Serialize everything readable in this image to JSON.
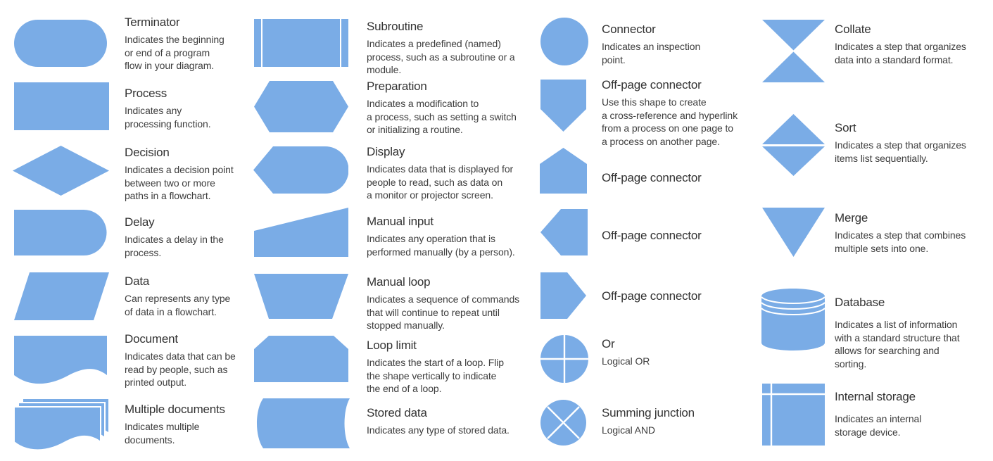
{
  "colors": {
    "shape_fill": "#7AACE6",
    "divider_white": "#FFFFFF",
    "text": "#3D3D3D"
  },
  "legend": {
    "columns": [
      {
        "items": [
          {
            "shape_icon": "terminator-shape",
            "title": "Terminator",
            "description": "Indicates the beginning\nor end of a program\nflow in your diagram."
          },
          {
            "shape_icon": "process-shape",
            "title": "Process",
            "description": "Indicates any\nprocessing function."
          },
          {
            "shape_icon": "decision-shape",
            "title": "Decision",
            "description": "Indicates a decision point\nbetween two or more\npaths in a flowchart."
          },
          {
            "shape_icon": "delay-shape",
            "title": "Delay",
            "description": "Indicates a delay in the\nprocess."
          },
          {
            "shape_icon": "data-shape",
            "title": "Data",
            "description": "Can represents any type\nof data in a flowchart."
          },
          {
            "shape_icon": "document-shape",
            "title": "Document",
            "description": "Indicates data that can be\nread by people, such as\nprinted output."
          },
          {
            "shape_icon": "multiple-documents-shape",
            "title": "Multiple documents",
            "description": "Indicates multiple\ndocuments."
          }
        ]
      },
      {
        "items": [
          {
            "shape_icon": "subroutine-shape",
            "title": "Subroutine",
            "description": "Indicates a predefined (named)\nprocess, such as a subroutine or a\nmodule."
          },
          {
            "shape_icon": "preparation-shape",
            "title": "Preparation",
            "description": "Indicates a modification to\na process, such as setting a switch\nor initializing a routine."
          },
          {
            "shape_icon": "display-shape",
            "title": "Display",
            "description": "Indicates data that is displayed for\npeople to read, such as data on\na monitor or projector screen."
          },
          {
            "shape_icon": "manual-input-shape",
            "title": "Manual input",
            "description": "Indicates any operation that is\nperformed manually (by a person)."
          },
          {
            "shape_icon": "manual-loop-shape",
            "title": "Manual loop",
            "description": "Indicates a sequence of commands\nthat will continue to repeat until\nstopped manually."
          },
          {
            "shape_icon": "loop-limit-shape",
            "title": "Loop limit",
            "description": "Indicates the start of a loop. Flip\nthe shape vertically to indicate\nthe end of a loop."
          },
          {
            "shape_icon": "stored-data-shape",
            "title": "Stored data",
            "description": "Indicates any type of stored data."
          }
        ]
      },
      {
        "items": [
          {
            "shape_icon": "connector-shape",
            "title": "Connector",
            "description": "Indicates an inspection\npoint."
          },
          {
            "shape_icon": "off-page-connector-down-shape",
            "title": "Off-page connector",
            "description": "Use this shape to create\na cross-reference and hyperlink\nfrom a process on one page to\na process on another page."
          },
          {
            "shape_icon": "off-page-connector-up-shape",
            "title": "Off-page connector",
            "description": ""
          },
          {
            "shape_icon": "off-page-connector-left-shape",
            "title": "Off-page connector",
            "description": ""
          },
          {
            "shape_icon": "off-page-connector-right-shape",
            "title": "Off-page connector",
            "description": ""
          },
          {
            "shape_icon": "or-shape",
            "title": "Or",
            "description": "Logical OR"
          },
          {
            "shape_icon": "summing-junction-shape",
            "title": "Summing junction",
            "description": "Logical AND"
          }
        ]
      },
      {
        "items": [
          {
            "shape_icon": "collate-shape",
            "title": "Collate",
            "description": "Indicates a step that organizes\ndata into a standard format."
          },
          {
            "shape_icon": "sort-shape",
            "title": "Sort",
            "description": "Indicates a step that organizes\nitems list sequentially."
          },
          {
            "shape_icon": "merge-shape",
            "title": "Merge",
            "description": "Indicates a step that combines\nmultiple sets into one."
          },
          {
            "shape_icon": "database-shape",
            "title": "Database",
            "description": "Indicates a list of information\nwith a standard structure that\nallows for searching and\nsorting."
          },
          {
            "shape_icon": "internal-storage-shape",
            "title": "Internal storage",
            "description": "Indicates an internal\nstorage device."
          }
        ]
      }
    ]
  }
}
